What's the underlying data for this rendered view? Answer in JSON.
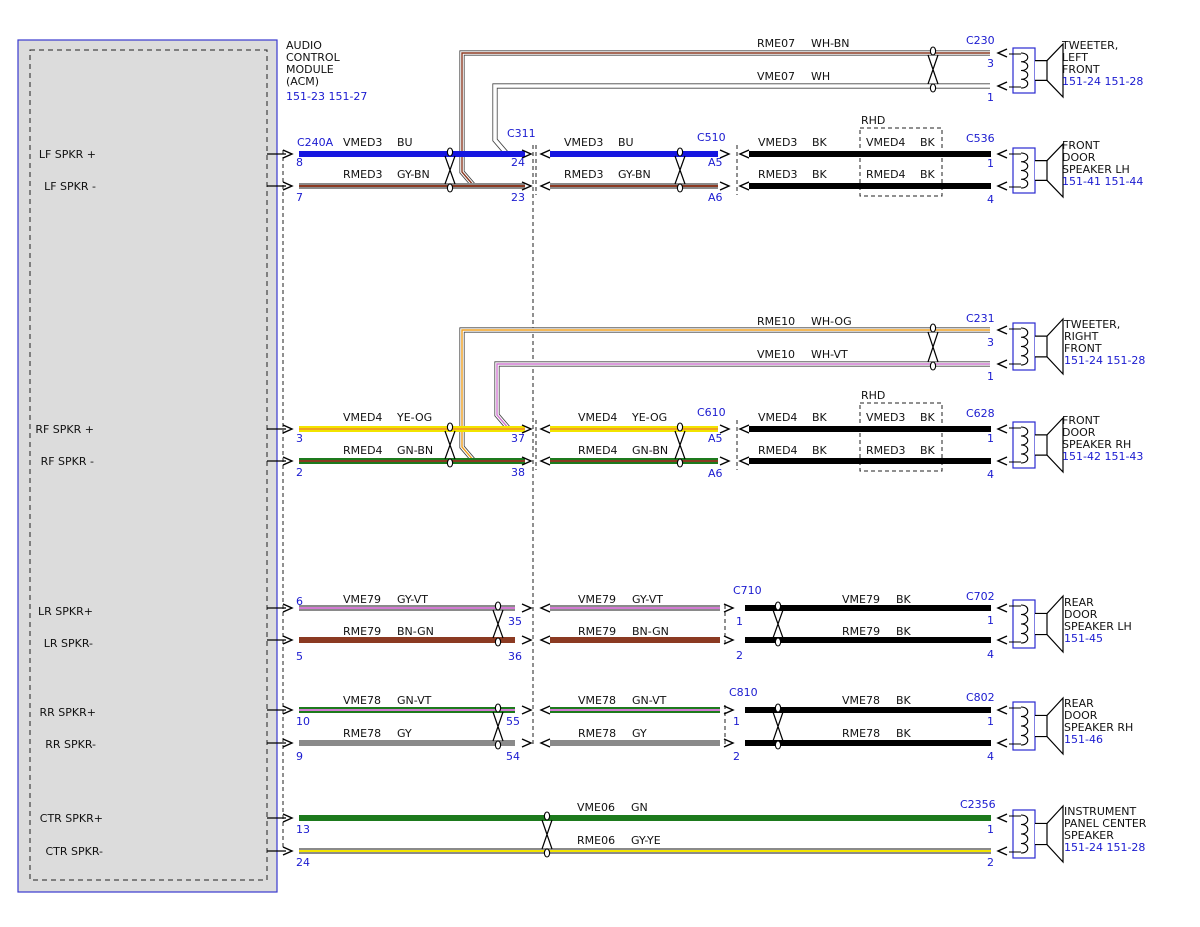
{
  "module": {
    "title_lines": [
      "AUDIO",
      "CONTROL",
      "MODULE",
      "(ACM)"
    ],
    "refs": "151-23  151-27",
    "pins": [
      "LF SPKR +",
      "LF SPKR -",
      "RF SPKR +",
      "RF SPKR -",
      "LR SPKR+",
      "LR SPKR-",
      "RR SPKR+",
      "RR SPKR-",
      "CTR SPKR+",
      "CTR SPKR-"
    ]
  },
  "connectors": {
    "c240a": "C240A",
    "c311": "C311",
    "c230": "C230",
    "c231": "C231",
    "c510": "C510",
    "c536": "C536",
    "c610": "C610",
    "c628": "C628",
    "c710": "C710",
    "c702": "C702",
    "c810": "C810",
    "c802": "C802",
    "c2356": "C2356"
  },
  "rhd_label": "RHD",
  "wires": {
    "rme07": {
      "circuit": "RME07",
      "color": "WH-BN"
    },
    "vme07": {
      "circuit": "VME07",
      "color": "WH"
    },
    "lf_vmed3_a": {
      "circuit": "VMED3",
      "color": "BU"
    },
    "lf_rmed3_a": {
      "circuit": "RMED3",
      "color": "GY-BN"
    },
    "lf_vmed3_b": {
      "circuit": "VMED3",
      "color": "BU"
    },
    "lf_rmed3_b": {
      "circuit": "RMED3",
      "color": "GY-BN"
    },
    "lf_vmed3_c": {
      "circuit": "VMED3",
      "color": "BK"
    },
    "lf_rmed3_c": {
      "circuit": "RMED3",
      "color": "BK"
    },
    "lf_rhd_v": {
      "circuit": "VMED4",
      "color": "BK"
    },
    "lf_rhd_r": {
      "circuit": "RMED4",
      "color": "BK"
    },
    "rme10": {
      "circuit": "RME10",
      "color": "WH-OG"
    },
    "vme10": {
      "circuit": "VME10",
      "color": "WH-VT"
    },
    "rf_vmed4_a": {
      "circuit": "VMED4",
      "color": "YE-OG"
    },
    "rf_rmed4_a": {
      "circuit": "RMED4",
      "color": "GN-BN"
    },
    "rf_vmed4_b": {
      "circuit": "VMED4",
      "color": "YE-OG"
    },
    "rf_rmed4_b": {
      "circuit": "RMED4",
      "color": "GN-BN"
    },
    "rf_vmed4_c": {
      "circuit": "VMED4",
      "color": "BK"
    },
    "rf_rmed4_c": {
      "circuit": "RMED4",
      "color": "BK"
    },
    "rf_rhd_v": {
      "circuit": "VMED3",
      "color": "BK"
    },
    "rf_rhd_r": {
      "circuit": "RMED3",
      "color": "BK"
    },
    "lr_vme79_a": {
      "circuit": "VME79",
      "color": "GY-VT"
    },
    "lr_rme79_a": {
      "circuit": "RME79",
      "color": "BN-GN"
    },
    "lr_vme79_b": {
      "circuit": "VME79",
      "color": "GY-VT"
    },
    "lr_rme79_b": {
      "circuit": "RME79",
      "color": "BN-GN"
    },
    "lr_vme79_c": {
      "circuit": "VME79",
      "color": "BK"
    },
    "lr_rme79_c": {
      "circuit": "RME79",
      "color": "BK"
    },
    "rr_vme78_a": {
      "circuit": "VME78",
      "color": "GN-VT"
    },
    "rr_rme78_a": {
      "circuit": "RME78",
      "color": "GY"
    },
    "rr_vme78_b": {
      "circuit": "VME78",
      "color": "GN-VT"
    },
    "rr_rme78_b": {
      "circuit": "RME78",
      "color": "GY"
    },
    "rr_vme78_c": {
      "circuit": "VME78",
      "color": "BK"
    },
    "rr_rme78_c": {
      "circuit": "RME78",
      "color": "BK"
    },
    "vme06": {
      "circuit": "VME06",
      "color": "GN"
    },
    "rme06": {
      "circuit": "RME06",
      "color": "GY-YE"
    }
  },
  "pin_numbers": {
    "acm_lf_p": "8",
    "acm_lf_m": "7",
    "acm_rf_p": "3",
    "acm_rf_m": "2",
    "acm_lr_p": "6",
    "acm_lr_m": "5",
    "acm_rr_p": "10",
    "acm_rr_m": "9",
    "acm_ctr_p": "13",
    "acm_ctr_m": "24",
    "c311_lf_p": "24",
    "c311_lf_m": "23",
    "c311_rf_p": "37",
    "c311_rf_m": "38",
    "c311_lr_p": "35",
    "c311_lr_m": "36",
    "c311_rr_p": "55",
    "c311_rr_m": "54",
    "c510_p": "A5",
    "c510_m": "A6",
    "c610_p": "A5",
    "c610_m": "A6",
    "c710_p": "1",
    "c710_m": "2",
    "c810_p": "1",
    "c810_m": "2",
    "c230_3": "3",
    "c230_1": "1",
    "c536_1": "1",
    "c536_4": "4",
    "c231_3": "3",
    "c231_1": "1",
    "c628_1": "1",
    "c628_4": "4",
    "c702_1": "1",
    "c702_4": "4",
    "c802_1": "1",
    "c802_4": "4",
    "c2356_1": "1",
    "c2356_2": "2"
  },
  "speakers": {
    "tweeter_lf": {
      "lines": [
        "TWEETER,",
        "LEFT",
        "FRONT"
      ],
      "refs": "151-24  151-28"
    },
    "front_door_lh": {
      "lines": [
        "FRONT",
        "DOOR",
        "SPEAKER LH"
      ],
      "refs": "151-41  151-44"
    },
    "tweeter_rf": {
      "lines": [
        "TWEETER,",
        "RIGHT",
        "FRONT"
      ],
      "refs": "151-24  151-28"
    },
    "front_door_rh": {
      "lines": [
        "FRONT",
        "DOOR",
        "SPEAKER RH"
      ],
      "refs": "151-42  151-43"
    },
    "rear_door_lh": {
      "lines": [
        "REAR",
        "DOOR",
        "SPEAKER LH"
      ],
      "refs": "151-45"
    },
    "rear_door_rh": {
      "lines": [
        "REAR",
        "DOOR",
        "SPEAKER RH"
      ],
      "refs": "151-46"
    },
    "ip_center": {
      "lines": [
        "INSTRUMENT",
        "PANEL CENTER",
        "SPEAKER"
      ],
      "refs": "151-24  151-28"
    }
  },
  "wire_colors": {
    "BU": "#1616e0",
    "BK": "#000000",
    "WH": "#ffffff",
    "BN": "#8b3a22",
    "GY": "#8a8a8a",
    "YE": "#f2e400",
    "OG": "#f0a020",
    "GN": "#1d7a1d",
    "VT": "#d27ad2",
    "label_blue": "#1a1ad0"
  }
}
